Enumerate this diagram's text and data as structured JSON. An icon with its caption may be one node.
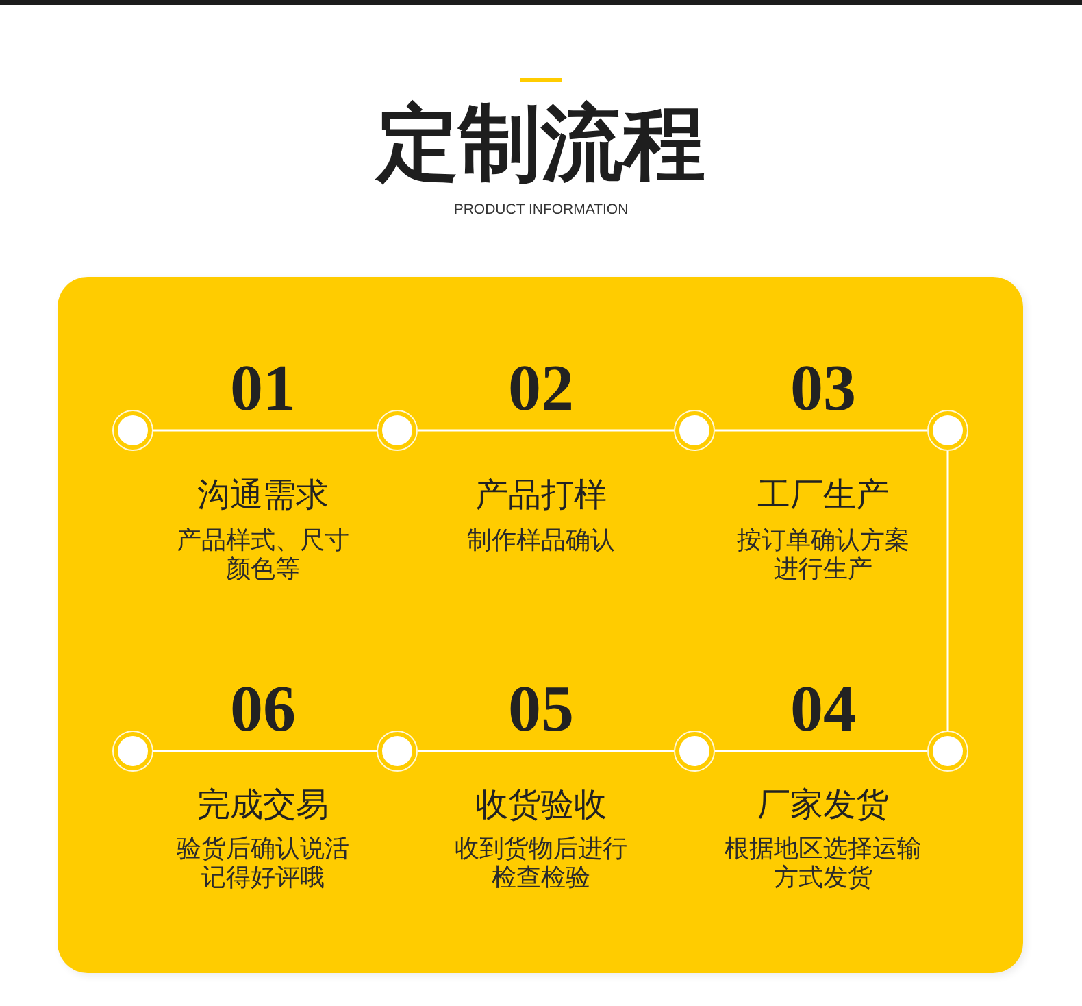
{
  "diagram": {
    "title": "定制流程",
    "nodes": [
      {
        "text": [],
        "shape": "box"
      },
      {
        "text": [],
        "shape": "circle",
        "in": 0
      },
      {
        "text": [],
        "shape": "circle",
        "in": 0
      },
      {
        "text": [],
        "shape": "circle",
        "in": 0
      },
      {
        "text": [],
        "shape": "circle",
        "in": 0
      },
      {
        "text": [],
        "shape": "circle",
        "in": 0
      },
      {
        "text": [],
        "shape": "circle",
        "in": 0
      },
      {
        "text": [],
        "shape": "circle",
        "in": 0
      },
      {
        "text": [],
        "shape": "circle",
        "in": 0
      }
    ],
    "edges": [
      {
        "from": 1,
        "to": 2,
        "arrow": "none"
      },
      {
        "from": 2,
        "to": 3,
        "arrow": "none"
      },
      {
        "from": 3,
        "to": 4,
        "arrow": "none"
      },
      {
        "from": 4,
        "to": 8,
        "arrow": "none"
      },
      {
        "from": 8,
        "to": 7,
        "arrow": "none"
      },
      {
        "from": 7,
        "to": 6,
        "arrow": "none"
      },
      {
        "from": 6,
        "to": 5,
        "arrow": "none"
      }
    ],
    "labels": [
      "PRODUCT INFORMATION",
      "01",
      "沟通需求",
      "产品样式、尺寸颜色等",
      "02",
      "产品打样",
      "制作样品确认",
      "03",
      "工厂生产",
      "按订单确认方案进行生产",
      "06",
      "完成交易",
      "验货后确认说活记得好评哦",
      "05",
      "收货验收",
      "收到货物后进行检查检验",
      "04",
      "厂家发货",
      "根据地区选择运输方式发货"
    ]
  }
}
